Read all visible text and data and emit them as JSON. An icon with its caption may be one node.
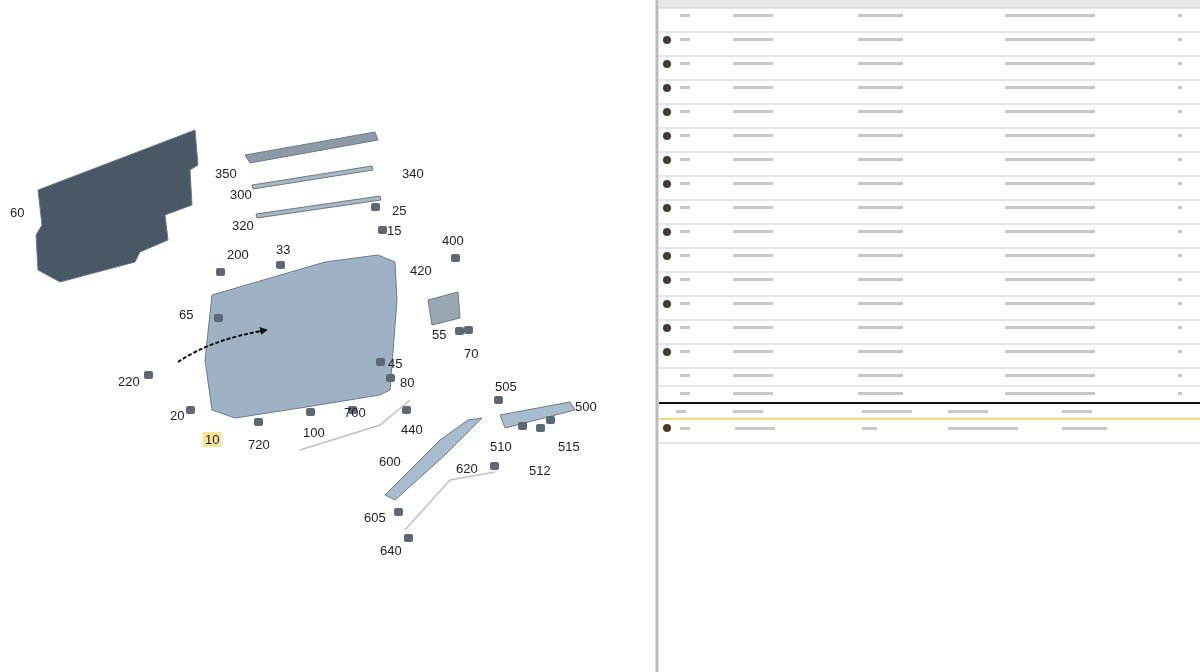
{
  "diagram": {
    "labels": [
      "350",
      "340",
      "300",
      "25",
      "60",
      "320",
      "15",
      "400",
      "33",
      "200",
      "420",
      "65",
      "55",
      "70",
      "45",
      "220",
      "80",
      "505",
      "500",
      "700",
      "20",
      "440",
      "100",
      "10",
      "720",
      "510",
      "515",
      "600",
      "620",
      "512",
      "605",
      "640"
    ]
  }
}
